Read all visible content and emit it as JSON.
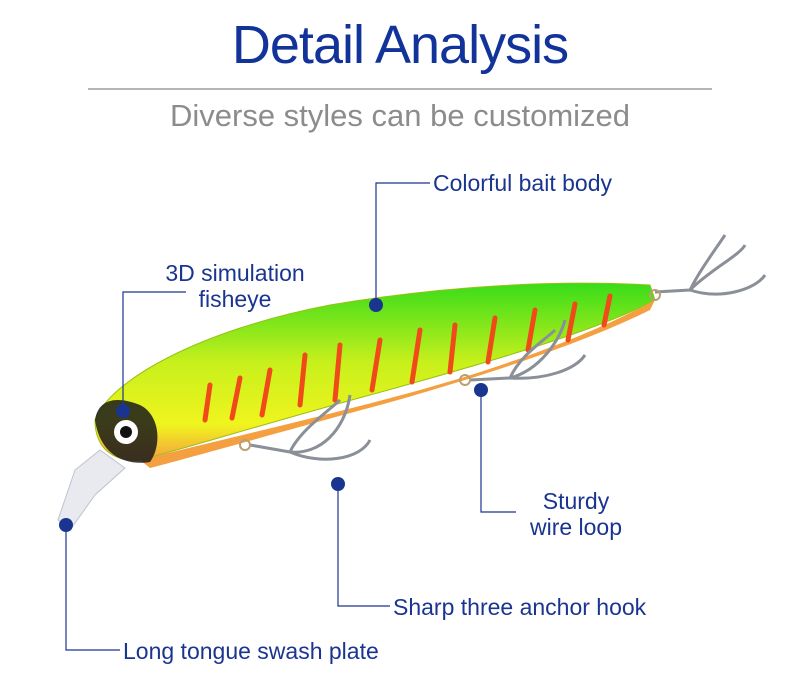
{
  "header": {
    "title": "Detail Analysis",
    "subtitle": "Diverse styles can be customized"
  },
  "callouts": {
    "body": "Colorful bait body",
    "eye_line1": "3D simulation",
    "eye_line2": "fisheye",
    "loop_line1": "Sturdy",
    "loop_line2": "wire loop",
    "hook": "Sharp three anchor hook",
    "lip": "Long tongue swash plate"
  },
  "colors": {
    "title": "#12339a",
    "label": "#1a3590",
    "dot": "#1a3590",
    "body_green": "#39e01a",
    "body_yellow": "#e8f51c",
    "stripe": "#f04a1a",
    "belly": "#f5a040"
  }
}
